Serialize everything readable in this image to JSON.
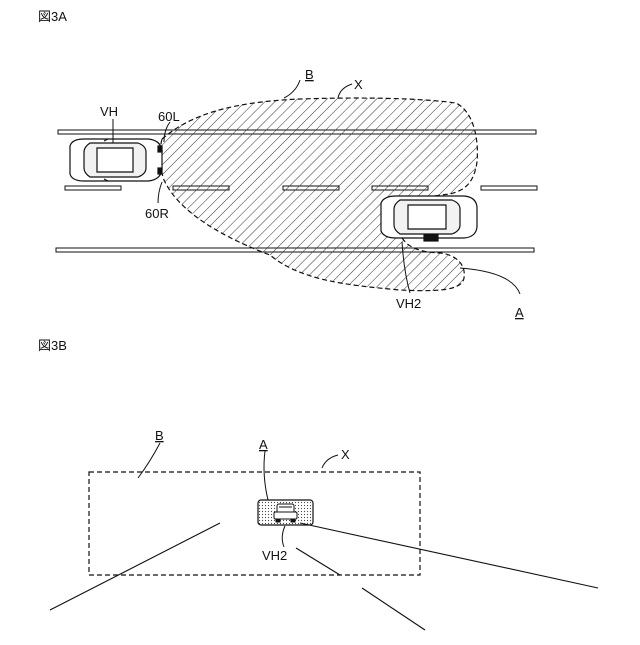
{
  "fig_a": {
    "title": "図3A",
    "labels": {
      "B": "B",
      "X": "X",
      "VH": "VH",
      "L60": "60L",
      "R60": "60R",
      "VH2": "VH2",
      "A": "A"
    }
  },
  "fig_b": {
    "title": "図3B",
    "labels": {
      "B": "B",
      "A": "A",
      "X": "X",
      "VH2": "VH2"
    }
  },
  "colors": {
    "ink": "#111111",
    "hatch": "#333333",
    "stipple": "#555555"
  }
}
